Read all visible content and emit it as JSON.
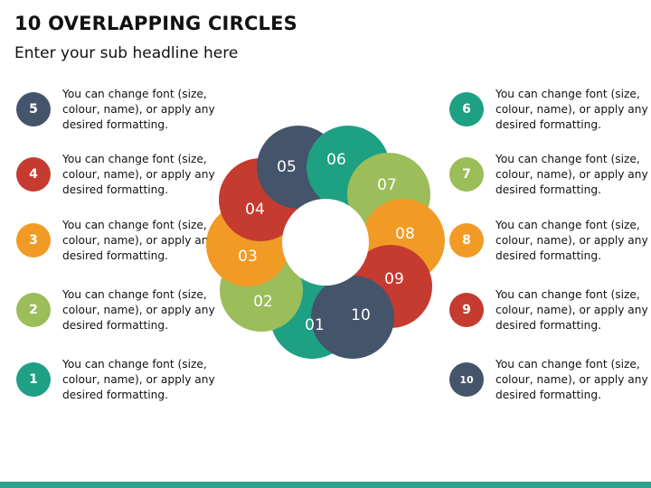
{
  "title": "10 OVERLAPPING CIRCLES",
  "subtitle": "Enter your sub headline here",
  "description": "You can change font (size, colour, name), or apply any desired formatting.",
  "colors": {
    "teal": "#1ea083",
    "green": "#9bbd5a",
    "orange": "#f29a26",
    "red": "#c53b30",
    "navy": "#44546a",
    "bar": "#2aa387"
  },
  "circles": [
    {
      "label": "01",
      "color": "#1ea083"
    },
    {
      "label": "02",
      "color": "#9bbd5a"
    },
    {
      "label": "03",
      "color": "#f29a26"
    },
    {
      "label": "04",
      "color": "#c53b30"
    },
    {
      "label": "05",
      "color": "#44546a"
    },
    {
      "label": "06",
      "color": "#1ea083"
    },
    {
      "label": "07",
      "color": "#9bbd5a"
    },
    {
      "label": "08",
      "color": "#f29a26"
    },
    {
      "label": "09",
      "color": "#c53b30"
    },
    {
      "label": "10",
      "color": "#44546a"
    }
  ],
  "left_items": [
    {
      "num": "5",
      "color": "#44546a",
      "text": "You can change font (size, colour, name), or apply any desired formatting."
    },
    {
      "num": "4",
      "color": "#c53b30",
      "text": "You can change font (size, colour, name), or apply any desired formatting."
    },
    {
      "num": "3",
      "color": "#f29a26",
      "text": "You can change font (size, colour, name), or apply any desired formatting."
    },
    {
      "num": "2",
      "color": "#9bbd5a",
      "text": "You can change font (size, colour, name), or apply any desired formatting."
    },
    {
      "num": "1",
      "color": "#1ea083",
      "text": "You can change font (size, colour, name), or apply any desired formatting."
    }
  ],
  "right_items": [
    {
      "num": "6",
      "color": "#1ea083",
      "text": "You can change font (size, colour, name), or apply any desired formatting."
    },
    {
      "num": "7",
      "color": "#9bbd5a",
      "text": "You can change font (size, colour, name), or apply any desired formatting."
    },
    {
      "num": "8",
      "color": "#f29a26",
      "text": "You can change font (size, colour, name), or apply any desired formatting."
    },
    {
      "num": "9",
      "color": "#c53b30",
      "text": "You can change font (size, colour, name), or apply any desired formatting."
    },
    {
      "num": "10",
      "color": "#44546a",
      "text": "You can change font (size, colour, name), or apply any desired formatting."
    }
  ]
}
